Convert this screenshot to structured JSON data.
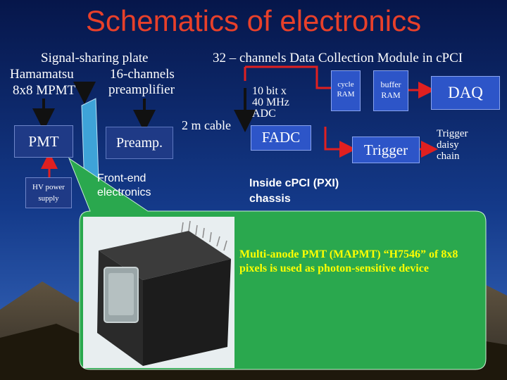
{
  "title": "Schematics of electronics",
  "labels": {
    "plate_line1": "Signal-sharing plate",
    "hamamatsu": "Hamamatsu",
    "channels16": "16-channels",
    "mpmt": "8x8 MPMT",
    "preamplifier": "preamplifier",
    "dcm": "32 – channels Data Collection Module in cPCI",
    "adc1": "10 bit x",
    "adc2": "40 MHz",
    "adc3": "ADC",
    "cable": "2 m cable",
    "trig1": "Trigger",
    "trig2": "daisy",
    "trig3": "chain",
    "fe1": "Front-end",
    "fe2": "electronics",
    "pci1": "Inside cPCI (PXI)",
    "pci2": "chassis"
  },
  "boxes": {
    "pmt": "PMT",
    "hv1": "HV power",
    "hv2": "supply",
    "preamp": "Preamp.",
    "fadc": "FADC",
    "cycle1": "cycle",
    "cycle2": "RAM",
    "buffer1": "buffer",
    "buffer2": "RAM",
    "trigger": "Trigger",
    "daq": "DAQ"
  },
  "callout": {
    "text": "Multi-anode PMT (MAPMT) “H7546” of 8x8 pixels is used as photon-sensitive device"
  },
  "colors": {
    "title": "#e8402a",
    "arrow_red": "#e02020",
    "callout_fill": "#2aa84e",
    "callout_text": "#ffff00",
    "box_blue": "#2d55c8"
  }
}
